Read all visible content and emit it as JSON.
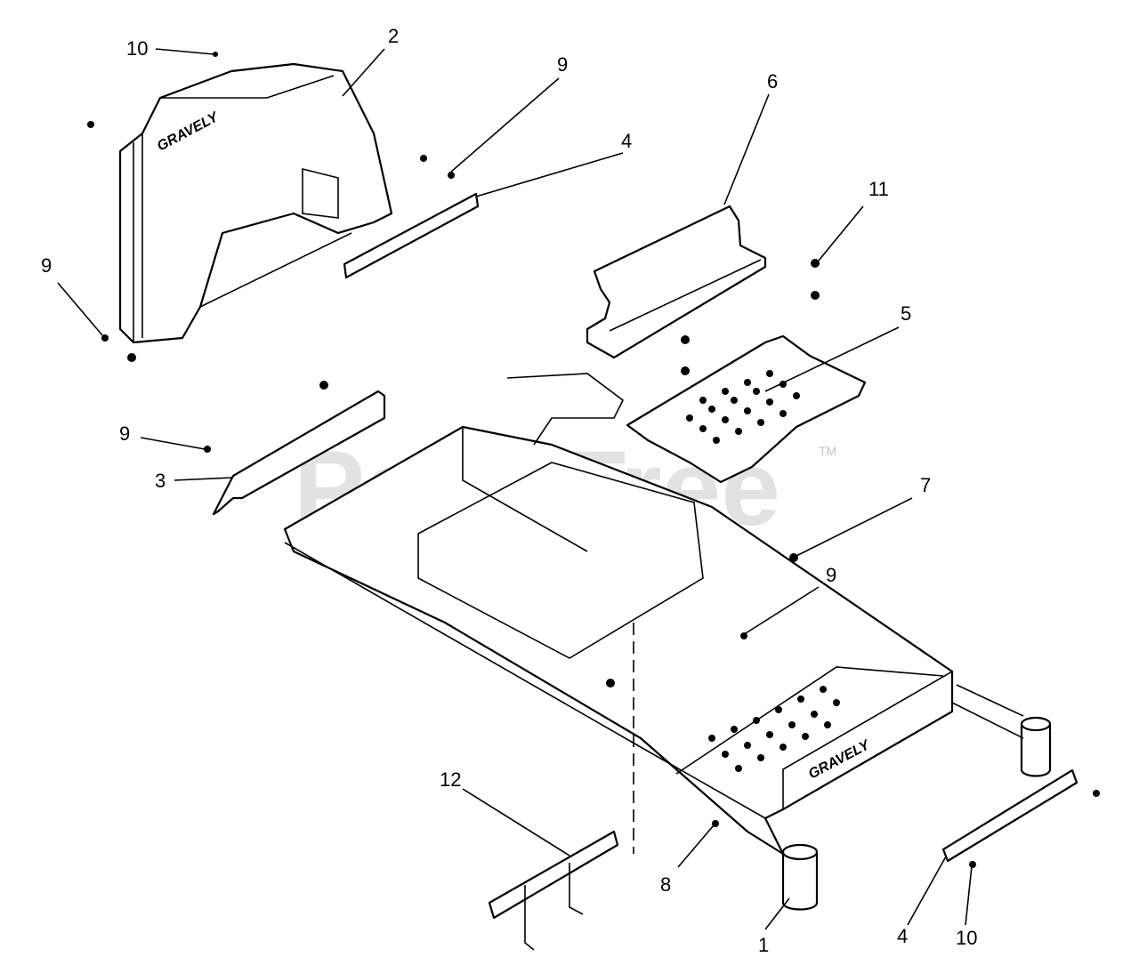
{
  "watermark": {
    "text": "PartsTree",
    "tm": "TM"
  },
  "brand_text": "GRAVELY",
  "callouts": [
    {
      "id": "c10a",
      "label": "10"
    },
    {
      "id": "c2",
      "label": "2"
    },
    {
      "id": "c9a",
      "label": "9"
    },
    {
      "id": "c4a",
      "label": "4"
    },
    {
      "id": "c6",
      "label": "6"
    },
    {
      "id": "c11",
      "label": "11"
    },
    {
      "id": "c9b",
      "label": "9"
    },
    {
      "id": "c5",
      "label": "5"
    },
    {
      "id": "c9c",
      "label": "9"
    },
    {
      "id": "c3",
      "label": "3"
    },
    {
      "id": "c7",
      "label": "7"
    },
    {
      "id": "c9d",
      "label": "9"
    },
    {
      "id": "c12",
      "label": "12"
    },
    {
      "id": "c8",
      "label": "8"
    },
    {
      "id": "c1",
      "label": "1"
    },
    {
      "id": "c4b",
      "label": "4"
    },
    {
      "id": "c10b",
      "label": "10"
    }
  ]
}
